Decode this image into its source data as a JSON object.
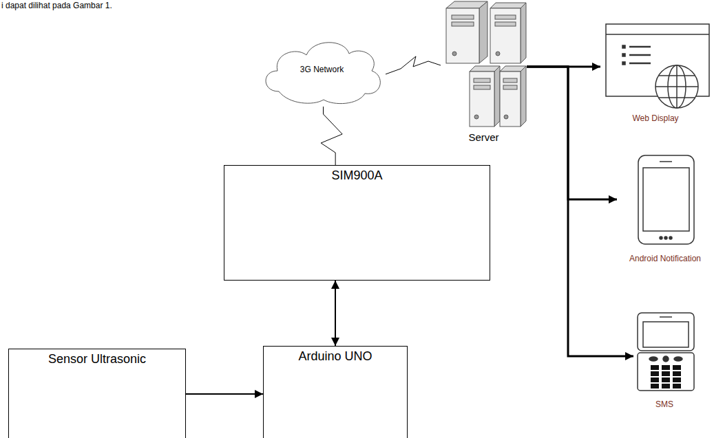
{
  "diagram": {
    "nodes": [
      {
        "text": [
          "3G Network"
        ]
      },
      {
        "text": [
          "Server"
        ]
      },
      {
        "text": [
          "Web Display"
        ]
      },
      {
        "text": [
          "SIM900A"
        ]
      },
      {
        "text": [
          "Android Notification"
        ]
      },
      {
        "text": [
          "SMS"
        ]
      },
      {
        "text": [
          "Sensor Ultrasonic"
        ]
      },
      {
        "text": [
          "Arduino UNO"
        ]
      }
    ],
    "edges": [
      {
        "from": 6,
        "to": 7,
        "arrow": "to"
      },
      {
        "from": 7,
        "to": 3,
        "arrow": "both"
      },
      {
        "from": 3,
        "to": 0,
        "arrow": "none"
      },
      {
        "from": 0,
        "to": 1,
        "arrow": "none"
      },
      {
        "from": 1,
        "to": 2,
        "arrow": "to"
      },
      {
        "from": 1,
        "to": 4,
        "arrow": "to"
      },
      {
        "from": 1,
        "to": 5,
        "arrow": "to"
      }
    ],
    "labels": [
      "i dapat dilihat pada Gambar 1."
    ]
  }
}
